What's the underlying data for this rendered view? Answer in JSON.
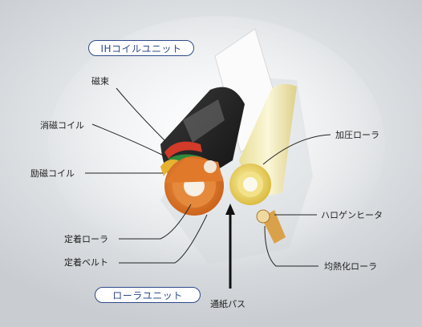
{
  "units": {
    "ih_coil_unit": "IHコイルユニット",
    "roller_unit": "ローラユニット"
  },
  "labels": {
    "magnetic_flux": "磁束",
    "demagnetizing_coil": "消磁コイル",
    "excitation_coil": "励磁コイル",
    "fixing_roller": "定着ローラ",
    "fixing_belt": "定着ベルト",
    "pressure_roller": "加圧ローラ",
    "halogen_heater": "ハロゲンヒータ",
    "heat_equalizing_roller": "均熱化ローラ",
    "paper_path": "通紙パス"
  },
  "colors": {
    "unit_border": "#2e4a8c",
    "leader_line": "#222222",
    "orange_roller": "#e07a2a",
    "pressure_roller_yellow": "#f1e9a8"
  }
}
